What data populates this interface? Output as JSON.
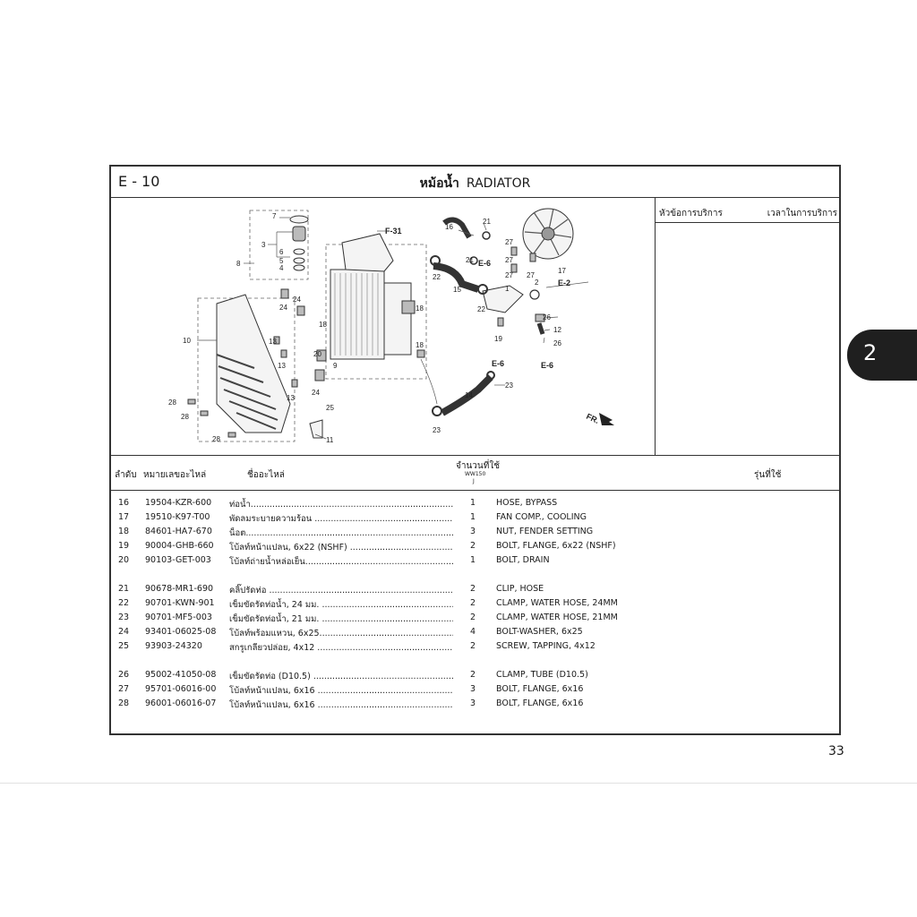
{
  "header": {
    "section_code": "E - 10",
    "title_th": "หม้อน้ำ",
    "title_en": "RADIATOR"
  },
  "service": {
    "col_topic": "หัวข้อการบริการ",
    "col_time": "เวลาในการบริการ"
  },
  "table_header": {
    "no": "ลำดับ",
    "part_no": "หมายเลขอะไหล่",
    "name": "ชื่ออะไหล่",
    "qty": "จำนวนที่ใช้",
    "qty_model": "WW150",
    "qty_type": "J",
    "models": "รุ่นที่ใช้"
  },
  "diagram": {
    "callouts": [
      "1",
      "2",
      "3",
      "4",
      "5",
      "6",
      "7",
      "8",
      "9",
      "10",
      "11",
      "12",
      "13",
      "14",
      "15",
      "16",
      "17",
      "18",
      "19",
      "20",
      "21",
      "22",
      "23",
      "24",
      "25",
      "26",
      "27",
      "28"
    ],
    "refs": [
      "F-31",
      "E-6",
      "E-2",
      "E-6",
      "E-6"
    ],
    "front_mark": "FR."
  },
  "parts": [
    {
      "no": "16",
      "part_no": "19504-KZR-600",
      "name_th": "ท่อน้ำ........................................................................................",
      "qty": "1",
      "name_en": "HOSE, BYPASS"
    },
    {
      "no": "17",
      "part_no": "19510-K97-T00",
      "name_th": "พัดลมระบายความร้อน ...........................................................",
      "qty": "1",
      "name_en": "FAN COMP., COOLING"
    },
    {
      "no": "18",
      "part_no": "84601-HA7-670",
      "name_th": "น็อต..........................................................................................",
      "qty": "3",
      "name_en": "NUT, FENDER SETTING"
    },
    {
      "no": "19",
      "part_no": "90004-GHB-660",
      "name_th": "โบ้ลท์หน้าแปลน, 6x22 (NSHF) ...............................................",
      "qty": "2",
      "name_en": "BOLT, FLANGE, 6x22 (NSHF)"
    },
    {
      "no": "20",
      "part_no": "90103-GET-003",
      "name_th": "โบ้ลท์ถ่ายน้ำหล่อเย็น..............................................................",
      "qty": "1",
      "name_en": "BOLT, DRAIN"
    },
    {
      "no": "21",
      "part_no": "90678-MR1-690",
      "name_th": "คลิ๊ปรัดท่อ ..................................................................................",
      "qty": "2",
      "name_en": "CLIP, HOSE"
    },
    {
      "no": "22",
      "part_no": "90701-KWN-901",
      "name_th": "เข็มขัดรัดท่อน้ำ, 24 มม. ...........................................................",
      "qty": "2",
      "name_en": "CLAMP, WATER HOSE, 24MM"
    },
    {
      "no": "23",
      "part_no": "90701-MF5-003",
      "name_th": "เข็มขัดรัดท่อน้ำ, 21 มม. ...........................................................",
      "qty": "2",
      "name_en": "CLAMP, WATER HOSE, 21MM"
    },
    {
      "no": "24",
      "part_no": "93401-06025-08",
      "name_th": "โบ้ลท์พร้อมแหวน, 6x25.............................................................",
      "qty": "4",
      "name_en": "BOLT-WASHER, 6x25"
    },
    {
      "no": "25",
      "part_no": "93903-24320",
      "name_th": "สกรูเกลียวปล่อย, 4x12 ..............................................................",
      "qty": "2",
      "name_en": "SCREW, TAPPING, 4x12"
    },
    {
      "no": "26",
      "part_no": "95002-41050-08",
      "name_th": "เข็มขัดรัดท่อ (D10.5) ...............................................................",
      "qty": "2",
      "name_en": "CLAMP, TUBE (D10.5)"
    },
    {
      "no": "27",
      "part_no": "95701-06016-00",
      "name_th": "โบ้ลท์หน้าแปลน, 6x16 ..............................................................",
      "qty": "3",
      "name_en": "BOLT, FLANGE, 6x16"
    },
    {
      "no": "28",
      "part_no": "96001-06016-07",
      "name_th": "โบ้ลท์หน้าแปลน, 6x16 ..............................................................",
      "qty": "3",
      "name_en": "BOLT, FLANGE, 6x16"
    }
  ],
  "side_tab": "2",
  "page_number": "33"
}
